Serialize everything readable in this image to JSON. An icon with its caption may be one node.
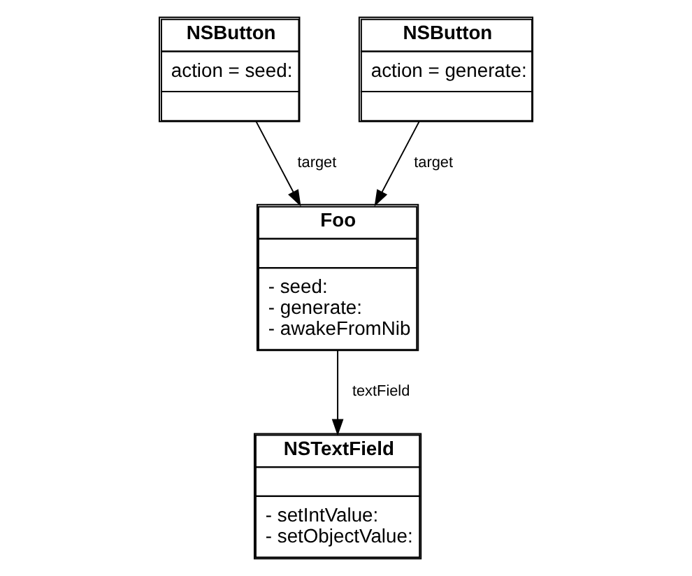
{
  "diagram": {
    "nodes": [
      {
        "text": [
          "NSButton",
          "action = seed:"
        ]
      },
      {
        "text": [
          "NSButton",
          "action = generate:"
        ]
      },
      {
        "text": [
          "Foo",
          "- seed:",
          "- generate:",
          "- awakeFromNib"
        ]
      },
      {
        "text": [
          "NSTextField",
          "- setIntValue:",
          "- setObjectValue:"
        ]
      }
    ],
    "edges": [
      {
        "from": 0,
        "to": 2,
        "arrow": "to",
        "label": "target"
      },
      {
        "from": 1,
        "to": 2,
        "arrow": "to",
        "label": "target"
      },
      {
        "from": 2,
        "to": 3,
        "arrow": "to",
        "label": "textField"
      }
    ]
  }
}
